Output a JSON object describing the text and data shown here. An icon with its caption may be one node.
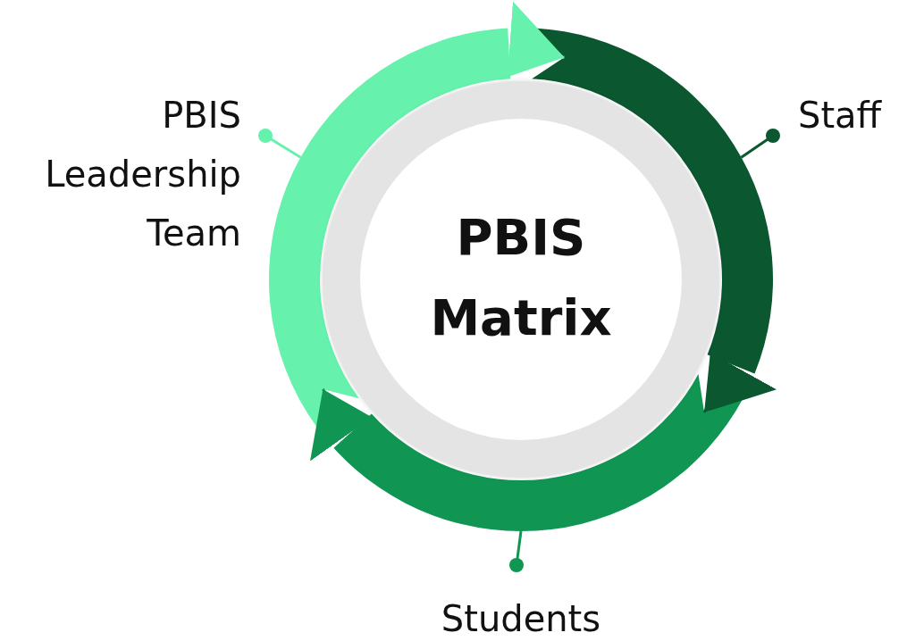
{
  "diagram": {
    "nodes": [
      {
        "text": [
          "PBIS Leadership Team"
        ]
      },
      {
        "text": [
          "Staff"
        ]
      },
      {
        "text": [
          "PBIS Matrix"
        ]
      },
      {
        "text": [
          "Students"
        ]
      },
      {
        "text": [],
        "shape": "arrow"
      },
      {
        "text": [],
        "shape": "arrow"
      },
      {
        "text": [],
        "shape": "arrow"
      }
    ],
    "edges": [
      {
        "from": 0,
        "to": 4,
        "arrow": "other",
        "color": "#66f2ad"
      },
      {
        "from": 1,
        "to": 5,
        "arrow": "other",
        "color": "#0a5730"
      },
      {
        "from": 3,
        "to": 6,
        "arrow": "other",
        "color": "#109652"
      },
      {
        "from": 4,
        "to": 5,
        "arrow": "to",
        "color": "#66f2ad"
      },
      {
        "from": 5,
        "to": 6,
        "arrow": "to",
        "color": "#0a5730"
      },
      {
        "from": 6,
        "to": 4,
        "arrow": "to",
        "color": "#109652"
      }
    ]
  }
}
